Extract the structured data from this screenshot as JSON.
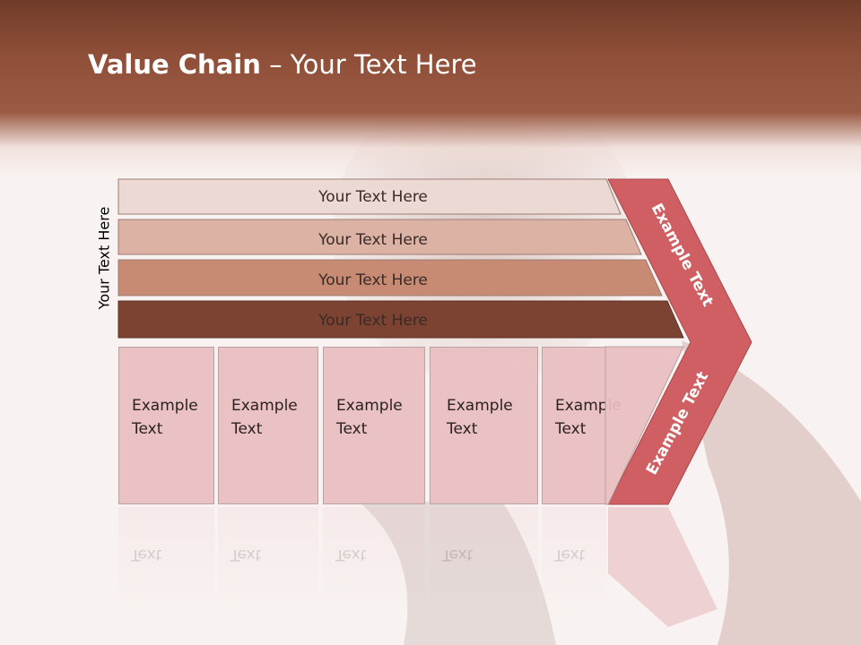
{
  "title": {
    "bold": "Value Chain",
    "rest": " – Your Text Here"
  },
  "side_label": "Your Text Here",
  "bars": [
    {
      "label": "Your Text Here",
      "color": "#ecd9d4"
    },
    {
      "label": "Your Text Here",
      "color": "#dbb2a4"
    },
    {
      "label": "Your Text Here",
      "color": "#c78b74"
    },
    {
      "label": "Your Text Here",
      "color": "#7d4332"
    }
  ],
  "columns": [
    {
      "line1": "Example",
      "line2": "Text"
    },
    {
      "line1": "Example",
      "line2": "Text"
    },
    {
      "line1": "Example",
      "line2": "Text"
    },
    {
      "line1": "Example",
      "line2": "Text"
    },
    {
      "line1": "Example",
      "line2": "Text"
    }
  ],
  "chevron": {
    "upper_label": "Example Text",
    "lower_label": "Example Text",
    "color": "#cf5f63"
  },
  "colors": {
    "header": "#8e4e38",
    "column_fill": "#e9bec0",
    "background": "#f8f3f2"
  }
}
